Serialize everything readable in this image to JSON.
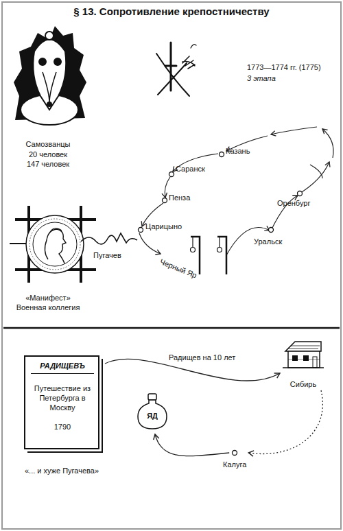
{
  "diagram": {
    "title": "§ 13. Сопротивление крепостничеству",
    "nodes": [
      {
        "text": [
          "РАДИЩЕВЪ",
          "Путешествие из Петербурга в Москву",
          "1790"
        ]
      },
      {
        "text": [
          "Сибирь"
        ]
      },
      {
        "text": [
          "ЯД"
        ]
      },
      {
        "text": [
          "Калуга"
        ]
      }
    ],
    "edges": [
      {
        "from": 0,
        "to": 1,
        "arrow": "to",
        "label": "Радищев на 10 лет"
      },
      {
        "from": 1,
        "to": 3,
        "arrow": "to"
      },
      {
        "from": 3,
        "to": 2,
        "arrow": "to"
      }
    ],
    "labels": [
      "Самозванцы",
      "20 человек",
      "147 человек",
      "1773—1774 гг. (1775)",
      "3 этапа",
      "Казань",
      "Саранск",
      "Пенза",
      "Царицыно",
      "Черный Яр",
      "Оренбург",
      "Уральск",
      "Пугачев",
      "«Манифест»",
      "Военная коллегия",
      "«... и хуже Пугачева»"
    ]
  }
}
